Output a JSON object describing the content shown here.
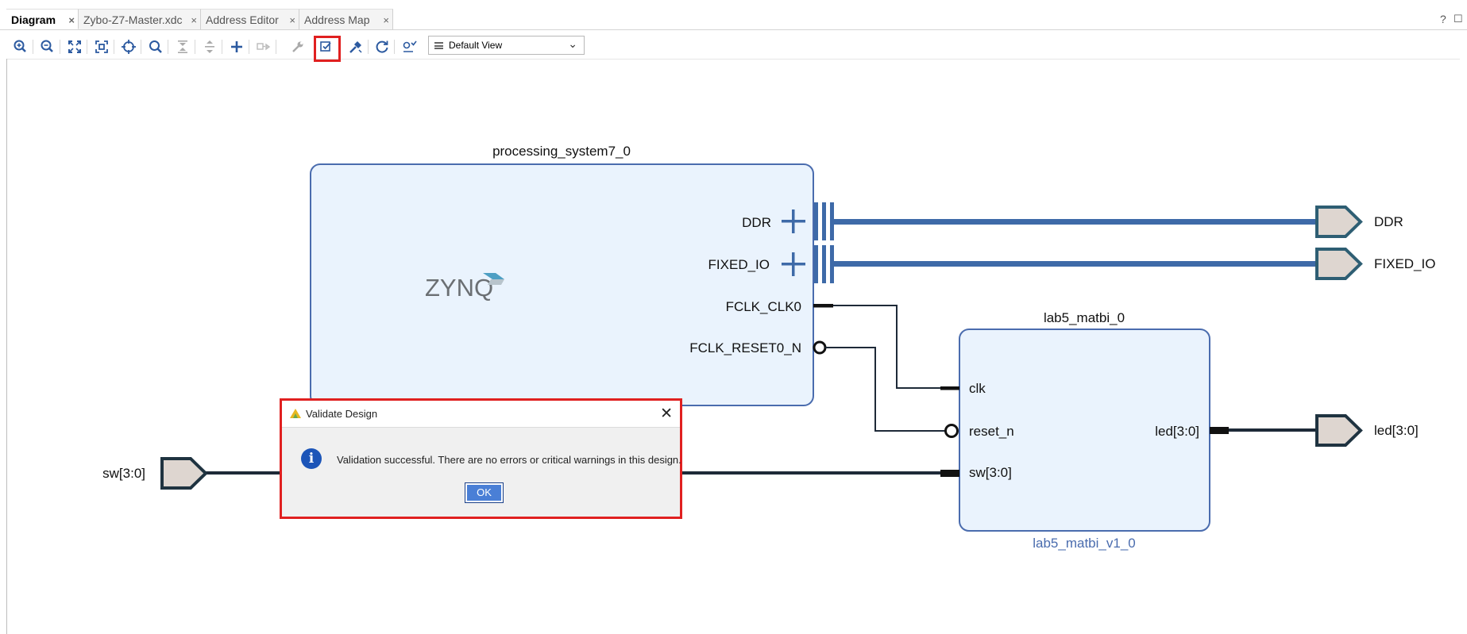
{
  "tabs": [
    {
      "label": "Diagram",
      "active": true
    },
    {
      "label": "Zybo-Z7-Master.xdc",
      "active": false
    },
    {
      "label": "Address Editor",
      "active": false
    },
    {
      "label": "Address Map",
      "active": false
    }
  ],
  "tab_close_glyph": "×",
  "window_buttons": {
    "help": "?",
    "maximize": "☐"
  },
  "toolbar": {
    "buttons": [
      "zoom-in-icon",
      "zoom-out-icon",
      "fit-view-icon",
      "fit-selection-icon",
      "auto-connect-icon",
      "search-icon",
      "collapse-all-icon",
      "expand-all-icon",
      "add-ip-icon",
      "make-external-icon",
      "properties-icon",
      "validate-design-icon",
      "run-connection-automation-icon",
      "regenerate-layout-icon",
      "optimize-routing-icon"
    ],
    "view_select": "Default View",
    "highlighted_button": "validate-design-icon"
  },
  "diagram": {
    "ps_block": {
      "name": "processing_system7_0",
      "logo": "ZYNQ",
      "ports": [
        "DDR",
        "FIXED_IO",
        "FCLK_CLK0",
        "FCLK_RESET0_N"
      ]
    },
    "custom_block": {
      "name": "lab5_matbi_0",
      "type": "lab5_matbi_v1_0",
      "in_ports": [
        "clk",
        "reset_n",
        "sw[3:0]"
      ],
      "out_ports": [
        "led[3:0]"
      ]
    },
    "external_ports": {
      "ddr": "DDR",
      "fixed_io": "FIXED_IO",
      "led": "led[3:0]",
      "sw": "sw[3:0]"
    },
    "colors": {
      "block_fill": "#eaf3fd",
      "block_stroke": "#4a6cae",
      "bus": "#3e6aa8",
      "wire": "#1e2a38",
      "port_fill": "#ded6d0",
      "port_stroke": "#1f3340",
      "type_label": "#4a6cae"
    }
  },
  "dialog": {
    "title": "Validate Design",
    "message": "Validation successful. There are no errors or critical warnings in this design.",
    "ok_label": "OK",
    "icon": "info-icon"
  }
}
